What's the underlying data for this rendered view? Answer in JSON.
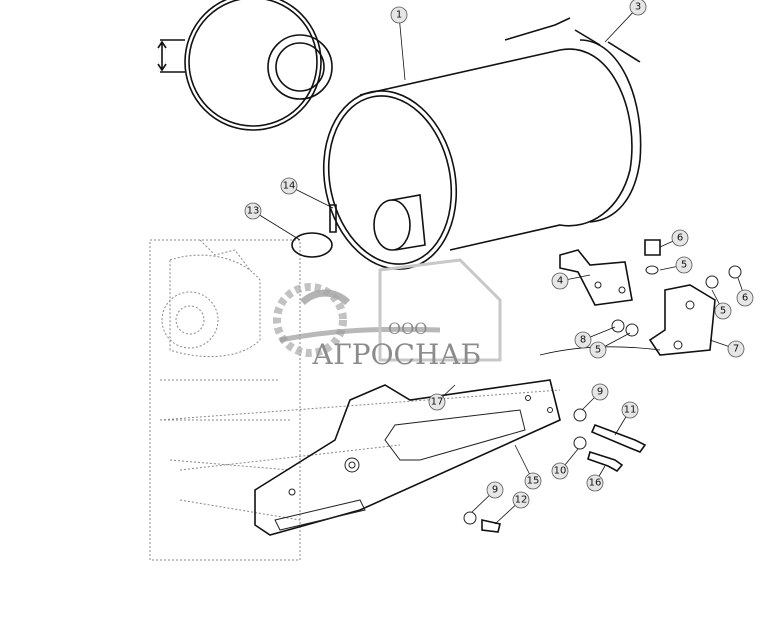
{
  "diagram": {
    "callouts": [
      "1",
      "3",
      "14",
      "13",
      "6",
      "5",
      "4",
      "5",
      "6",
      "8",
      "5",
      "7",
      "9",
      "11",
      "17",
      "10",
      "16",
      "15",
      "9",
      "12"
    ]
  },
  "watermark": {
    "prefix": "ООО",
    "name": "АГРОСНАБ"
  }
}
